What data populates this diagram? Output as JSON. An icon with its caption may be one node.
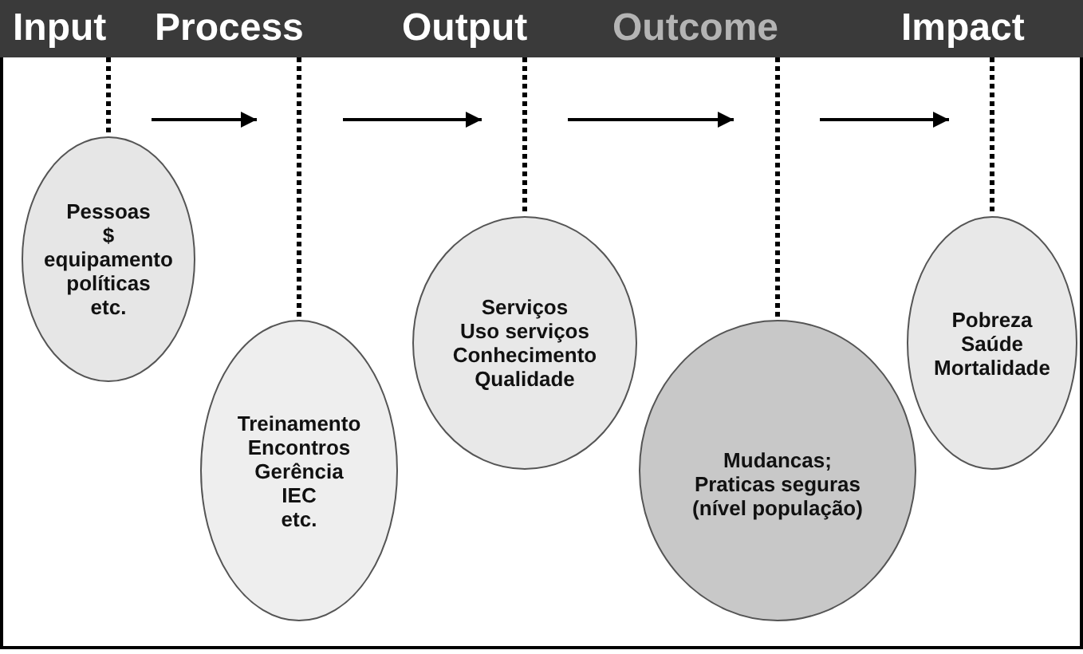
{
  "diagram": {
    "nodes": [
      {
        "text": [
          "Input"
        ]
      },
      {
        "text": [
          "Process"
        ]
      },
      {
        "text": [
          "Output"
        ]
      },
      {
        "text": [
          "Outcome"
        ]
      },
      {
        "text": [
          "Impact"
        ]
      },
      {
        "text": [
          "Pessoas",
          "$",
          "equipamento",
          "políticas",
          "etc."
        ]
      },
      {
        "text": [
          "Treinamento",
          "Encontros",
          "Gerência",
          "IEC",
          "etc."
        ]
      },
      {
        "text": [
          "Serviços",
          "Uso serviços",
          "Conhecimento",
          "Qualidade"
        ]
      },
      {
        "text": [
          "Mudancas;",
          "Praticas seguras",
          "(nível população)"
        ]
      },
      {
        "text": [
          "Pobreza",
          "Saúde",
          "Mortalidade"
        ]
      }
    ],
    "edges": [
      {
        "from": 0,
        "to": 5,
        "arrow": "none",
        "style": "dashed"
      },
      {
        "from": 1,
        "to": 6,
        "arrow": "none",
        "style": "dashed"
      },
      {
        "from": 2,
        "to": 7,
        "arrow": "none",
        "style": "dashed"
      },
      {
        "from": 3,
        "to": 8,
        "arrow": "none",
        "style": "dashed"
      },
      {
        "from": 4,
        "to": 9,
        "arrow": "none",
        "style": "dashed"
      }
    ]
  }
}
